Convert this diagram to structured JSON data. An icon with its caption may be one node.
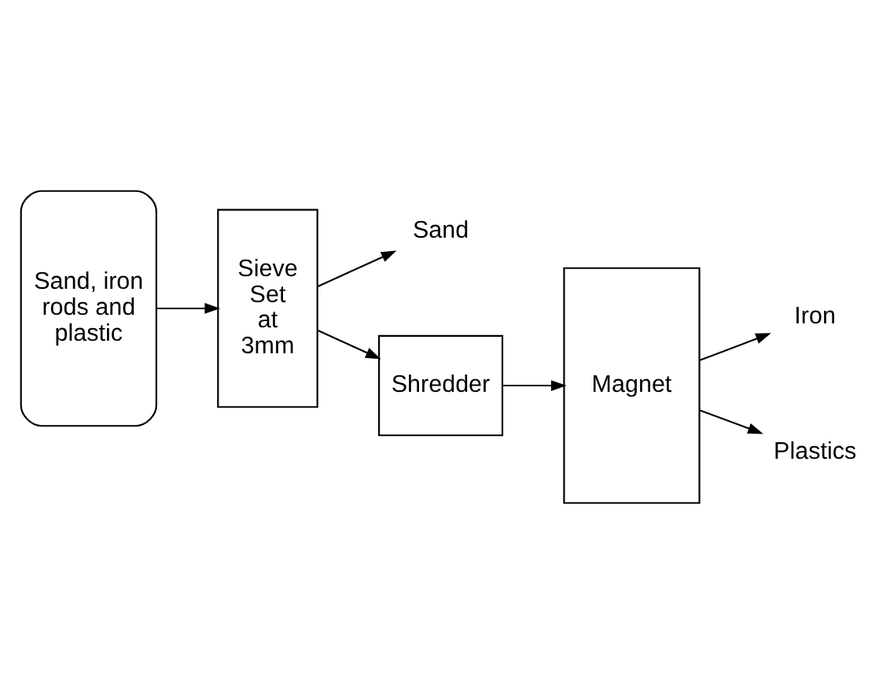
{
  "diagram": {
    "nodes": [
      {
        "text": [
          "Sand, iron rods and plastic"
        ]
      },
      {
        "text": [
          "Sieve Set at 3mm"
        ]
      },
      {
        "text": [
          "Sand"
        ]
      },
      {
        "text": [
          "Shredder"
        ]
      },
      {
        "text": [
          "Magnet"
        ]
      },
      {
        "text": [
          "Iron"
        ]
      },
      {
        "text": [
          "Plastics"
        ]
      }
    ],
    "edges": [
      {
        "from": 0,
        "to": 1,
        "arrow": "to"
      },
      {
        "from": 1,
        "to": 2,
        "arrow": "to"
      },
      {
        "from": 1,
        "to": 3,
        "arrow": "to"
      },
      {
        "from": 3,
        "to": 4,
        "arrow": "to"
      },
      {
        "from": 4,
        "to": 5,
        "arrow": "to"
      },
      {
        "from": 4,
        "to": 6,
        "arrow": "to"
      }
    ]
  }
}
